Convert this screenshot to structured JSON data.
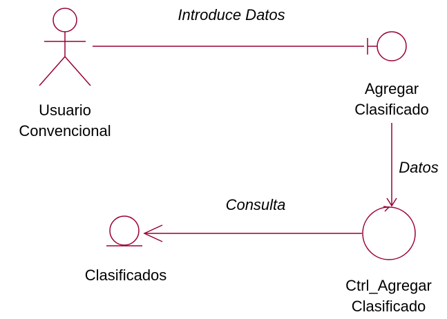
{
  "diagram": {
    "type": "UML robustness diagram",
    "stroke_color": "#990033",
    "nodes": {
      "actor": {
        "kind": "actor",
        "label_line1": "Usuario",
        "label_line2": "Convencional"
      },
      "boundary": {
        "kind": "boundary",
        "label_line1": "Agregar",
        "label_line2": "Clasificado"
      },
      "control": {
        "kind": "control",
        "label_line1": "Ctrl_Agregar",
        "label_line2": "Clasificado"
      },
      "entity": {
        "kind": "entity",
        "label": "Clasificados"
      }
    },
    "edges": {
      "actor_to_boundary": {
        "label": "Introduce Datos"
      },
      "boundary_to_control": {
        "label": "Datos"
      },
      "control_to_entity": {
        "label": "Consulta"
      }
    }
  }
}
